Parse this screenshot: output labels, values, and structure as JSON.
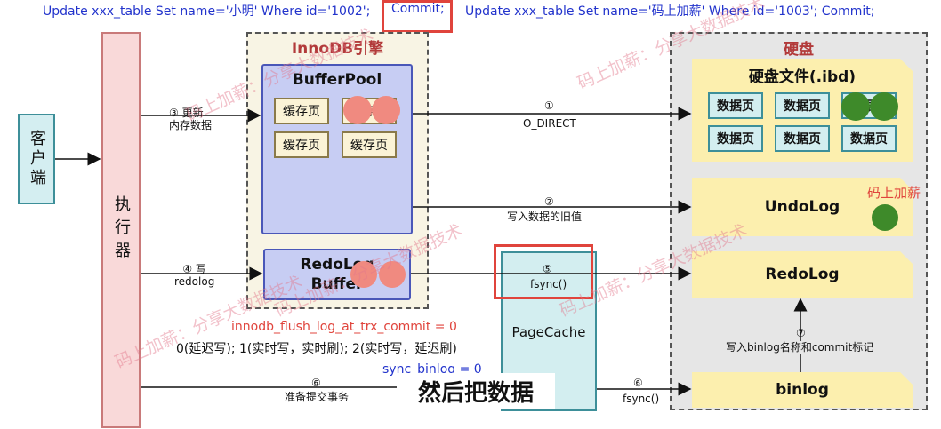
{
  "top_sql": {
    "sql1": "Update xxx_table Set name='小明' Where id='1002';",
    "commit1": "Commit;",
    "sql2": "Update xxx_table Set name='码上加薪' Where id='1003';  Commit;"
  },
  "client": {
    "label": "客户端"
  },
  "executor": {
    "label": "执行器"
  },
  "innodb": {
    "title": "InnoDB引擎",
    "buffer_pool": {
      "title": "BufferPool",
      "cache_pages": [
        "缓存页",
        "缓存页",
        "缓存页",
        "缓存页"
      ]
    },
    "redolog_buffer": {
      "line1": "RedoLog",
      "line2": "Buffer"
    }
  },
  "page_cache": {
    "label": "PageCache"
  },
  "disk": {
    "title": "硬盘",
    "ibd": {
      "title": "硬盘文件(.ibd)",
      "pages": [
        "数据页",
        "数据页",
        "数据页",
        "数据页",
        "数据页",
        "数据页"
      ]
    },
    "undolog": "UndoLog",
    "redolog": "RedoLog",
    "binlog": "binlog"
  },
  "arrows": {
    "step3": "③ 更新\n内存数据",
    "step1_num": "①",
    "step1": "O_DIRECT",
    "step2_num": "②",
    "step2": "写入数据的旧值",
    "step4": "④ 写\nredolog",
    "step5_num": "⑤",
    "step5": "fsync()",
    "step6a_num": "⑥",
    "step6a": "准备提交事务",
    "step6b_num": "⑥",
    "step6b": "fsync()",
    "step7_num": "⑦",
    "step7": "写入binlog名称和commit标记"
  },
  "flush": {
    "setting": "innodb_flush_log_at_trx_commit = 0",
    "options": "0(延迟写);   1(实时写，实时刷);   2(实时写，延迟刷)",
    "sync_binlog": "sync_binlog = 0"
  },
  "caption": "然后把数据",
  "stamp": "码上加薪",
  "watermarks": [
    "码上加薪：分享大数据技术",
    "码上加薪：分享大数据技术",
    "码上加薪：分享大数据技术",
    "码上加薪：分享大数据技术",
    "码上加薪：分享大数据技术"
  ],
  "colors": {
    "highlight": "#e0443c",
    "sql_text": "#2233cc",
    "pink_dot": "#f08a80",
    "green_dot": "#3e8a2a"
  }
}
